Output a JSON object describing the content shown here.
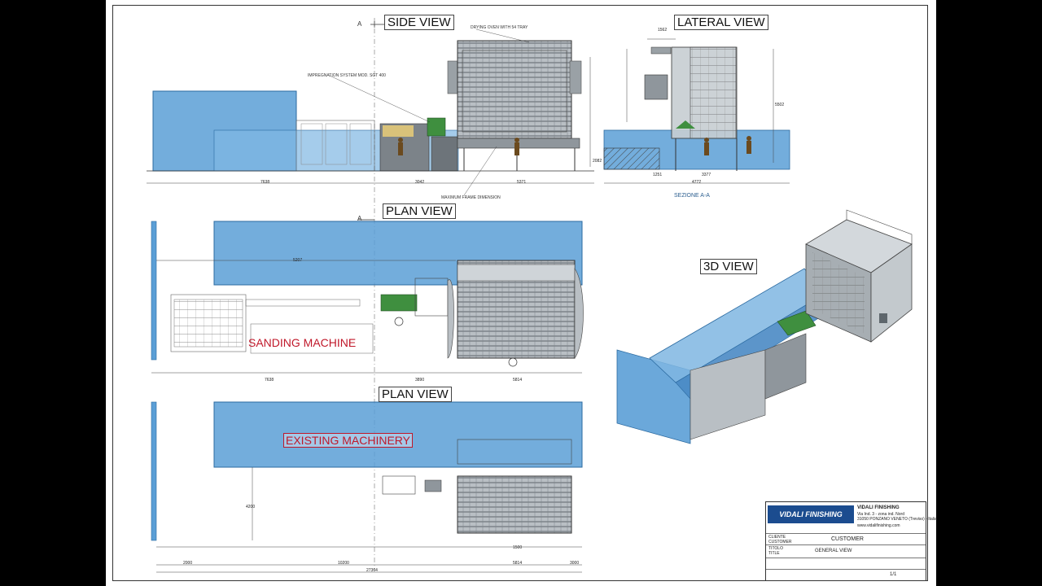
{
  "labels": {
    "side_view": "SIDE VIEW",
    "lateral_view": "LATERAL VIEW",
    "plan_view_top": "PLAN VIEW",
    "plan_view_bottom": "PLAN VIEW",
    "view_3d": "3D VIEW",
    "sanding_machine": "SANDING MACHINE",
    "existing_machinery": "EXISTING MACHINERY",
    "section_marker_a": "A",
    "section_name": "SEZIONE A-A"
  },
  "annotations": {
    "drying_oven": "DRYING OVEN WITH 54 TRAY",
    "impregnation_system": "IMPREGNATION SYSTEM MOD. SGT 400",
    "max_frame": "MAXIMUM FRAME DIMENSION"
  },
  "dimensions": {
    "side_1": "7638",
    "side_2": "3042",
    "side_3": "5371",
    "side_4": "2082",
    "lat_1": "1251",
    "lat_2": "4772",
    "lat_3": "3377",
    "lat_4": "5502",
    "lat_5": "1562",
    "plan1_1": "5207",
    "plan1_2": "7638",
    "plan1_3": "3890",
    "plan1_4": "5814",
    "plan2_1": "2000",
    "plan2_2": "10200",
    "plan2_3": "5814",
    "plan2_4": "3000",
    "plan2_5": "27364",
    "plan2_6": "4200",
    "plan2_7": "1500"
  },
  "title_block": {
    "company": "VIDALI FINISHING",
    "logo_text": "VIDALI FINISHING",
    "address_1": "Via Ind. 3 - zona ind. Nord",
    "address_2": "31050 PONZANO VENETO (Treviso) - Italia",
    "contacts": "www.vidalifinishing.com",
    "client_label": "CLIENTE",
    "client_label_en": "CUSTOMER",
    "client_value": "CUSTOMER",
    "title_label": "TITOLO",
    "title_label_en": "TITLE",
    "title_value": "GENERAL VIEW",
    "sheet_value": "1/1"
  },
  "colors": {
    "water_blue": "#5b9fd6",
    "machine_gray": "#8f969c",
    "green_unit": "#3f8f3f",
    "label_red": "#c0182a"
  }
}
